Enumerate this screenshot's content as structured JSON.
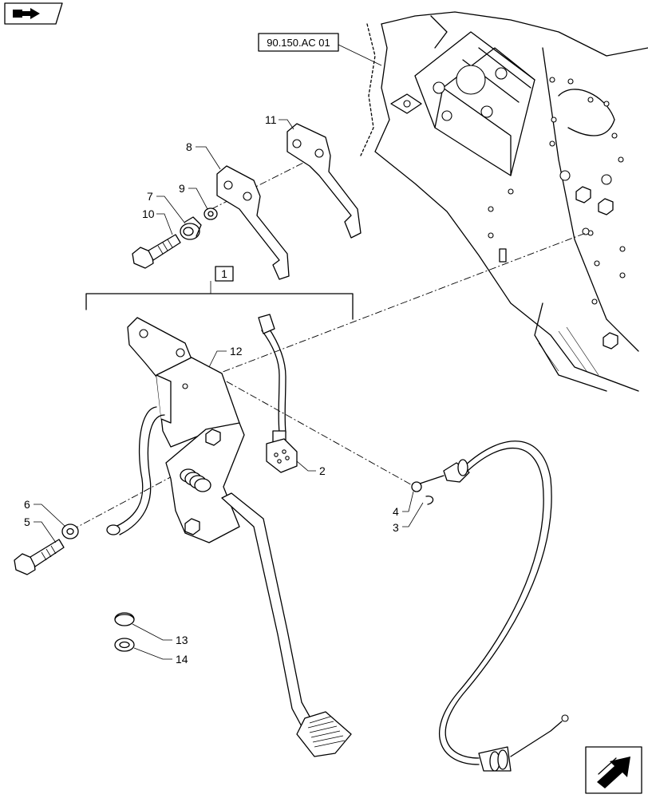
{
  "reference_label": "90.150.AC 01",
  "callouts": [
    {
      "id": "c1",
      "text": "1"
    },
    {
      "id": "c2",
      "text": "2"
    },
    {
      "id": "c3",
      "text": "3"
    },
    {
      "id": "c4",
      "text": "4"
    },
    {
      "id": "c5",
      "text": "5"
    },
    {
      "id": "c6",
      "text": "6"
    },
    {
      "id": "c7",
      "text": "7"
    },
    {
      "id": "c8",
      "text": "8"
    },
    {
      "id": "c9",
      "text": "9"
    },
    {
      "id": "c10",
      "text": "10"
    },
    {
      "id": "c11",
      "text": "11"
    },
    {
      "id": "c12",
      "text": "12"
    },
    {
      "id": "c13",
      "text": "13"
    },
    {
      "id": "c14",
      "text": "14"
    }
  ],
  "icons": {
    "top_left": "assembly-arrow-icon",
    "bottom_right": "next-page-arrow-icon"
  }
}
